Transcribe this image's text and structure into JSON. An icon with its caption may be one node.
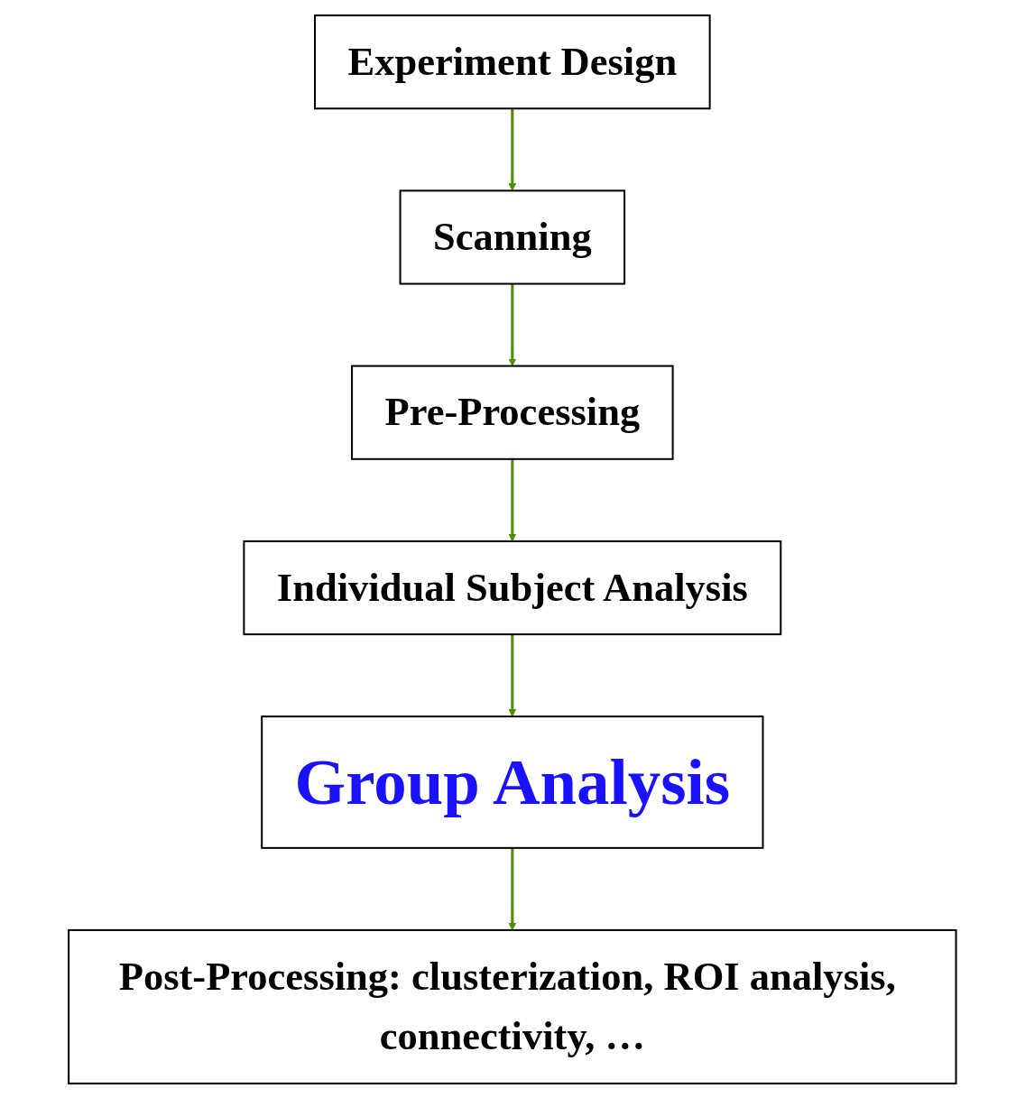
{
  "diagram": {
    "nodes": [
      {
        "text": [
          "Experiment Design"
        ]
      },
      {
        "text": [
          "Scanning"
        ]
      },
      {
        "text": [
          "Pre-Processing"
        ]
      },
      {
        "text": [
          "Individual Subject Analysis"
        ]
      },
      {
        "text": [
          "Group Analysis"
        ]
      },
      {
        "text": [
          "Post-Processing: clusterization, ROI analysis, connectivity, …"
        ]
      }
    ],
    "edges": [
      {
        "from": 0,
        "to": 1,
        "arrow": "to"
      },
      {
        "from": 1,
        "to": 2,
        "arrow": "to"
      },
      {
        "from": 2,
        "to": 3,
        "arrow": "to"
      },
      {
        "from": 3,
        "to": 4,
        "arrow": "to"
      },
      {
        "from": 4,
        "to": 5,
        "arrow": "to"
      }
    ]
  }
}
